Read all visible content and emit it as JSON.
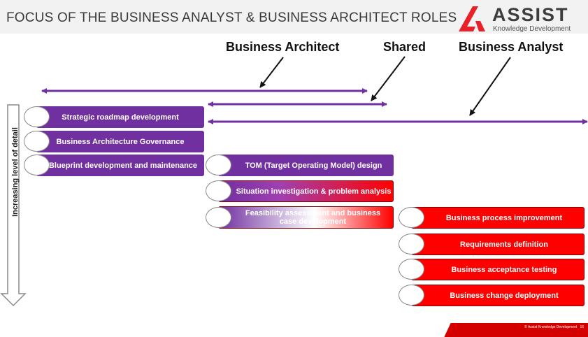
{
  "header": {
    "title": "FOCUS OF THE BUSINESS ANALYST & BUSINESS ARCHITECT ROLES"
  },
  "logo": {
    "name": "ASSIST",
    "tagline": "Knowledge Development",
    "mark_icon": "assist-a-logo-icon",
    "mark_color": "#e8202a"
  },
  "roles": {
    "architect": "Business Architect",
    "shared": "Shared",
    "analyst": "Business Analyst"
  },
  "axis_label": "Increasing level of detail",
  "colors": {
    "purple": "#7030a0",
    "red": "#ff0000",
    "arrow": "#7030a0"
  },
  "activities": {
    "strategic_roadmap": "Strategic roadmap development",
    "ba_governance": "Business Architecture Governance",
    "blueprint": "Blueprint development and maintenance",
    "tom": "TOM (Target Operating Model) design",
    "situation": "Situation investigation & problem analysis",
    "feasibility": "Feasibility assessment and business case development",
    "bpi": "Business process improvement",
    "requirements": "Requirements definition",
    "acceptance": "Business acceptance testing",
    "change": "Business change deployment"
  },
  "footer": {
    "copyright": "© Assist Knowledge Development",
    "page": "16"
  }
}
